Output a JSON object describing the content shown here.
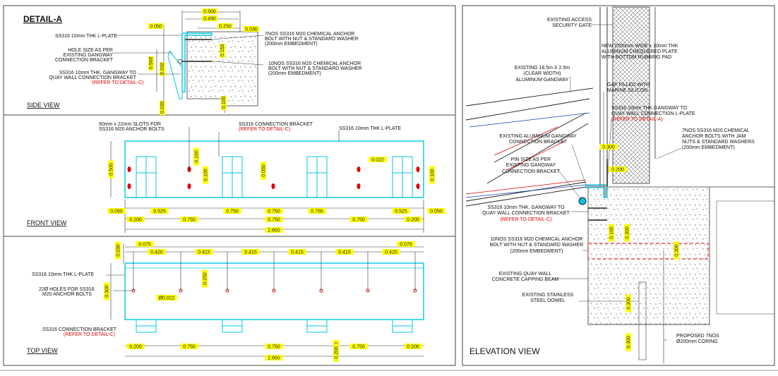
{
  "colors": {
    "cyan": "#00c8e6",
    "red": "#e00000",
    "dim_fill": "#ffff00",
    "ink": "#111111"
  },
  "detail_a": {
    "title": "DETAIL-A",
    "side_view": {
      "label": "SIDE VIEW",
      "dims": [
        "0.500",
        "0.490",
        "0.250",
        "0.030",
        "0.050",
        "0.150",
        "0.500",
        "0.030",
        "0.030",
        "0.100"
      ],
      "callouts": [
        "SS316 10mm THK L-PLATE",
        "HOLE SIZE AS PER",
        "EXISTING GANGWAY",
        "CONNECTION BRACKET",
        "SS316 10mm THK. GANGWAY TO",
        "QUAY WALL CONNECTION BRACKET",
        "(REFER TO DETAIL-C)",
        "7NOS SS316 M20 CHEMICAL ANCHOR",
        "BOLT WITH NUT & STANDARD WASHER",
        "(200mm EMBEDMENT)",
        "10NOS SS316 M20 CHEMICAL ANCHOR",
        "BOLT WITH NUT & STANDARD WASHER",
        "(200mm EMBEDMENT)"
      ]
    },
    "front_view": {
      "label": "FRONT VIEW",
      "callouts": [
        "50mm x 22mm SLOTS FOR",
        "SS316 M20 ANCHOR BOLTS",
        "SS316 CONNECTION BRACKET",
        "(REFER TO DETAIL-C)",
        "SS316 10mm THK L-PLATE"
      ],
      "dims_top_row": [
        "0.050",
        "0.525",
        "0.750",
        "0.750",
        "0.750",
        "0.525",
        "0.050"
      ],
      "dims_mid_row": [
        "0.200",
        "0.750",
        "0.750",
        "0.750",
        "0.200"
      ],
      "dim_total": "2.650",
      "dims_vertical": [
        "0.500",
        "0.150",
        "0.100",
        "0.050",
        "0.022",
        "0.100"
      ]
    },
    "top_view": {
      "label": "TOP VIEW",
      "dims_top_row": [
        "0.075",
        "0.420",
        "0.415",
        "0.415",
        "0.415",
        "0.415",
        "0.420",
        "0.075"
      ],
      "dims_bottom_row": [
        "0.200",
        "0.750",
        "0.750",
        "0.200",
        "0.750",
        "0.200"
      ],
      "dim_total": "2.650",
      "dims_vertical": [
        "0.030",
        "0.300",
        "0.250",
        "Ø0.022",
        "0.200"
      ],
      "callouts": [
        "SS316 10mm THK L-PLATE",
        "22Ø HOLES FOR SS316",
        "M20 ANCHOR BOLTS",
        "SS316 CONNECTION BRACKET",
        "(REFER TO DETAIL-C)"
      ]
    }
  },
  "elevation": {
    "label": "ELEVATION VIEW",
    "callouts": [
      "EXISTING ACCESS",
      "SECURITY GATE",
      "NEW 2550mm WIDE x 10mm THK",
      "ALUMINUM CHEQUERED PLATE",
      "WITH BOTTOM RUBBING PAD",
      "EXISTING 18.5m X 2.5m",
      "(CLEAR WIDTH)",
      "ALUMINUM GANGWAY",
      "GAP FILLED WITH",
      "MARINE SILICON",
      "SS316 10mm THK.GANGWAY TO",
      "QUAY WALL CONNECTION L-PLATE",
      "(REFER TO DETAIL-A)",
      "EXISTING ALUMINUM GANGWAY",
      "CONNECTION BRACKET",
      "7NOS SS316 M20 CHEMICAL",
      "ANCHOR BOLTS WITH JAM",
      "NUTS & STANDARD WASHERS",
      "(200mm EMBEDMENT)",
      "PIN SIZE AS PER",
      "EXISTING GANGWAY",
      "CONNECTION BRACKET",
      "SS316 10mm THK. GANGWAY TO",
      "QUAY WALL CONNECTION BRACKET",
      "(REFER TO DETAIL-C)",
      "10NOS SS316 M20 CHEMICAL ANCHOR",
      "BOLT WITH NUT & STANDARD WASHER",
      "(200mm EMBEDMENT)",
      "EXISTING QUAY WALL",
      "CONCRETE CAPPING BEAM",
      "EXISTING STAINLESS",
      "STEEL DOWEL",
      "PROPOSED 7NOS",
      "Ø200mm CORING"
    ],
    "dims": [
      "0.300",
      "0.200",
      "0.100",
      "0.300",
      "0.300",
      "0.300",
      "0.300"
    ]
  }
}
